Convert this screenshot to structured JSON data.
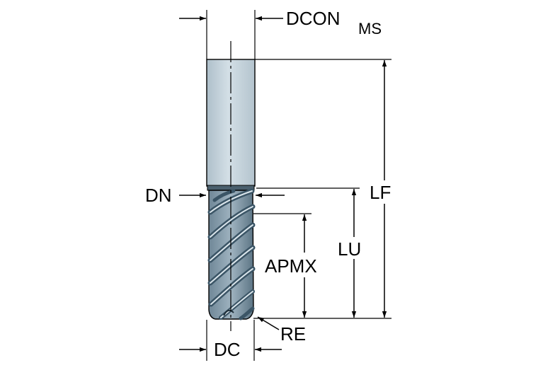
{
  "labels": {
    "dcon": "DCON",
    "dcon_sub": "MS",
    "dn": "DN",
    "lf": "LF",
    "lu": "LU",
    "apmx": "APMX",
    "re": "RE",
    "dc": "DC"
  },
  "colors": {
    "shank": "#c5d3dc",
    "flute_base": "#8aa0ae",
    "flute_dark": "#3b5566",
    "flute_light": "#dbe6ec",
    "line": "#000000"
  }
}
